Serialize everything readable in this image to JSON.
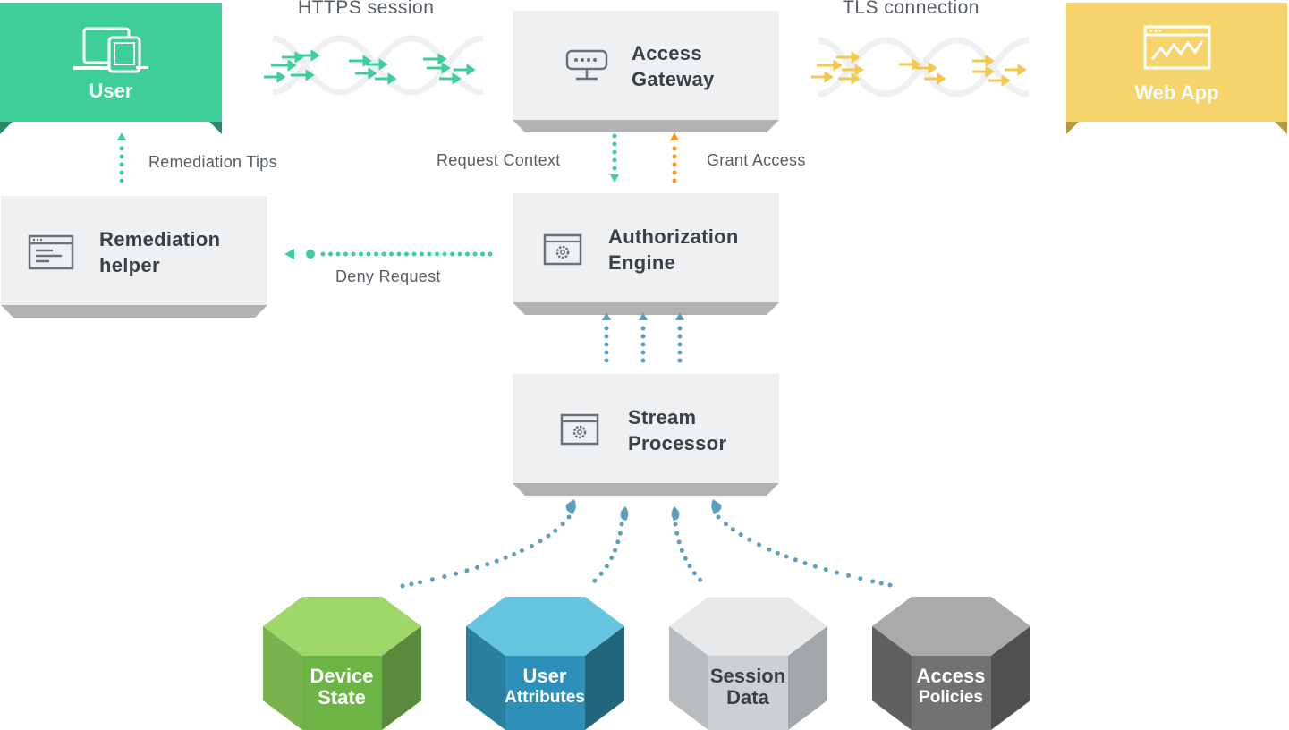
{
  "nodes": {
    "user": "User",
    "access_gateway": [
      "Access",
      "Gateway"
    ],
    "web_app": "Web App",
    "remediation_helper": [
      "Remediation",
      "helper"
    ],
    "authorization_engine": [
      "Authorization",
      "Engine"
    ],
    "stream_processor": [
      "Stream",
      "Processor"
    ]
  },
  "edges": {
    "https_session": "HTTPS session",
    "tls_connection": "TLS connection",
    "remediation_tips": "Remediation Tips",
    "request_context": "Request Context",
    "grant_access": "Grant Access",
    "deny_request": "Deny Request"
  },
  "sources": [
    {
      "lines": [
        "Device",
        "State"
      ],
      "top": "#a0d76a",
      "left": "#7ab34e",
      "right": "#5a8b3d",
      "front": "#6cb545",
      "text": "#ffffff"
    },
    {
      "lines": [
        "User",
        "Attributes"
      ],
      "top": "#67c4de",
      "left": "#2a7f9c",
      "right": "#22667d",
      "front": "#2d90b8",
      "text": "#ffffff"
    },
    {
      "lines": [
        "Session",
        "Data"
      ],
      "top": "#e6e8ea",
      "left": "#b9bcbf",
      "right": "#a3a6a9",
      "front": "#cdd0d2",
      "text": "#3a4047"
    },
    {
      "lines": [
        "Access",
        "Policies"
      ],
      "top": "#a9aaab",
      "left": "#5f6062",
      "right": "#4f5052",
      "front": "#717274",
      "text": "#ffffff"
    }
  ],
  "colors": {
    "user_green": "#3ecf98",
    "webapp_yellow": "#f6d36b",
    "arrow_teal": "#3ecf98",
    "arrow_orange": "#f29a1f",
    "arrow_blue": "#5a9fc0",
    "arrow_yellow": "#f4c84d"
  }
}
